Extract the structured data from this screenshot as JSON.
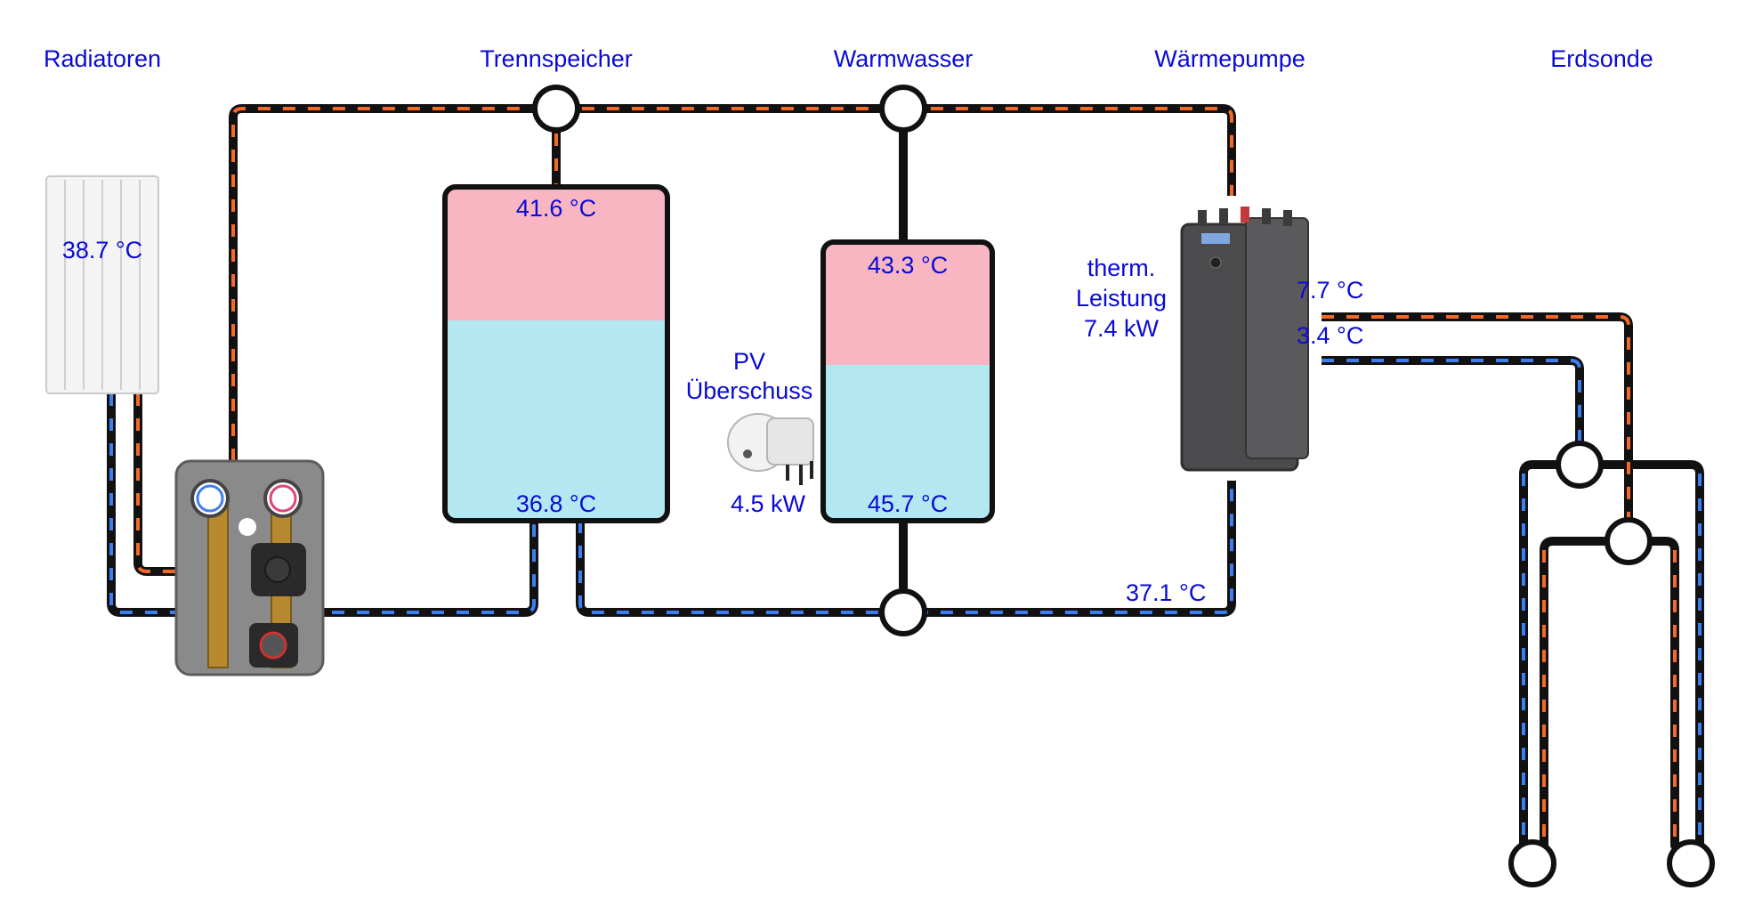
{
  "sections": {
    "radiatoren": "Radiatoren",
    "trennspeicher": "Trennspeicher",
    "warmwasser": "Warmwasser",
    "waermepumpe": "Wärmepumpe",
    "erdsonde": "Erdsonde"
  },
  "radiator": {
    "temp": "38.7 °C"
  },
  "trennspeicher": {
    "top_temp": "41.6 °C",
    "bottom_temp": "36.8 °C",
    "hot_fraction": 0.4
  },
  "warmwasser": {
    "top_temp": "43.3 °C",
    "bottom_temp": "45.7 °C",
    "hot_fraction": 0.44
  },
  "pv": {
    "label_line1": "PV",
    "label_line2": "Überschuss",
    "power": "4.5 kW"
  },
  "heatpump": {
    "label_line1": "therm.",
    "label_line2": "Leistung",
    "power": "7.4 kW",
    "source_out_temp": "7.7 °C",
    "source_in_temp": "3.4 °C",
    "return_temp": "37.1 °C"
  },
  "colors": {
    "hot": "#f26a2a",
    "cold": "#3f7ef2",
    "tank_hot": "#f7b6c2",
    "tank_cold": "#b3e8f3",
    "label": "#0a0ad8"
  }
}
